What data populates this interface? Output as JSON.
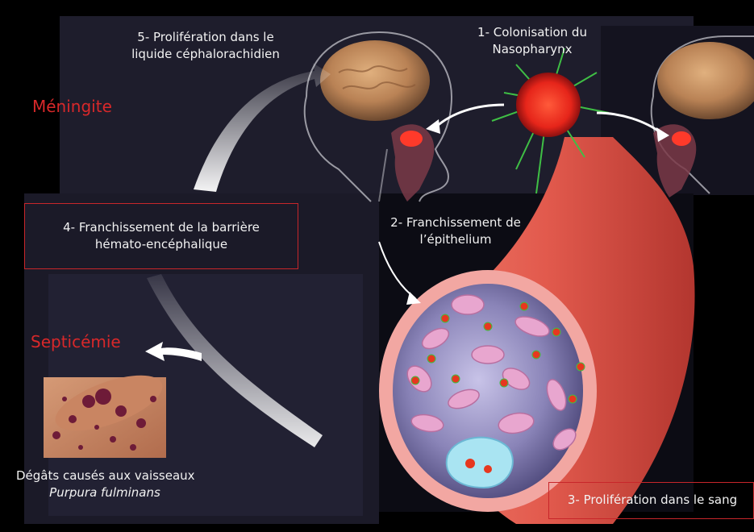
{
  "labels": {
    "step1_line1": "1- Colonisation du",
    "step1_line2": "Nasopharynx",
    "step2_line1": "2- Franchissement  de",
    "step2_line2": "l’épithelium",
    "step3": "3- Prolifération dans le sang",
    "step4_line1": "4- Franchissement de la barrière",
    "step4_line2": "hémato-encéphalique",
    "step5_line1": "5- Prolifération dans le",
    "step5_line2": "liquide céphalorachidien",
    "meningite": "Méningite",
    "septicemie": "Septicémie",
    "caption_line1": "Dégâts causés aux vaisseaux",
    "caption_line2": "Purpura fulminans"
  },
  "colors": {
    "accent_red": "#d8282a",
    "panel_dark": "#1c1b2a",
    "vessel": "#e0574f",
    "bacteria": "#e63a1e",
    "filaments": "#3fbf45"
  }
}
